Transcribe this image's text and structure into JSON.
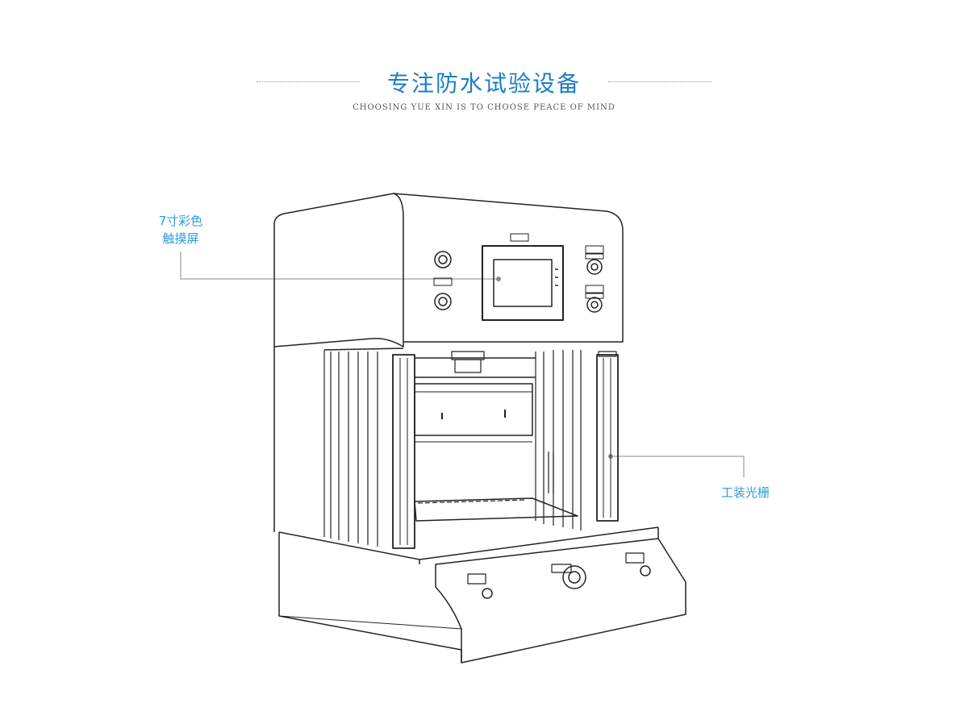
{
  "header": {
    "title": "专注防水试验设备",
    "subtitle": "CHOOSING YUE XIN IS TO CHOOSE PEACE OF MIND"
  },
  "callouts": {
    "touchscreen_line1": "7寸彩色",
    "touchscreen_line2": "触摸屏",
    "light_curtain": "工装光栅"
  },
  "colors": {
    "accent": "#1a7fc4",
    "callout": "#2a9fd8",
    "outline": "#222222"
  }
}
